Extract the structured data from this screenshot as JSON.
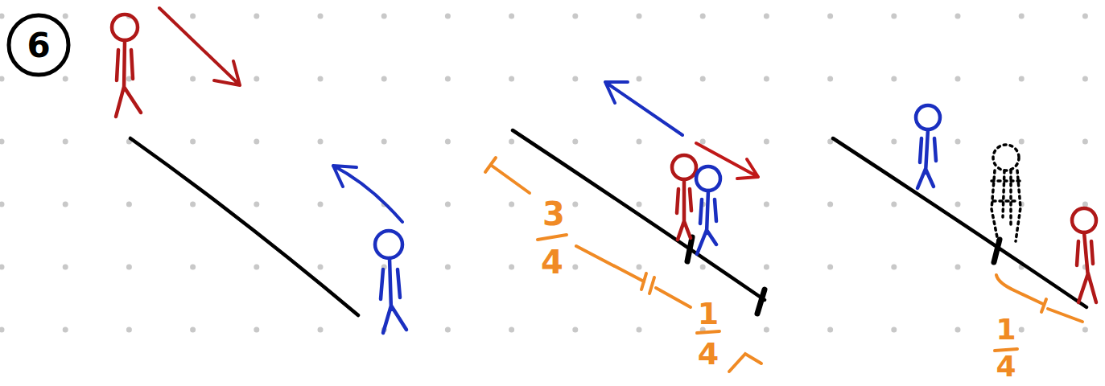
{
  "diagram": {
    "labels": [
      "6",
      "3",
      "4",
      "1",
      "4",
      "1",
      "4"
    ]
  }
}
